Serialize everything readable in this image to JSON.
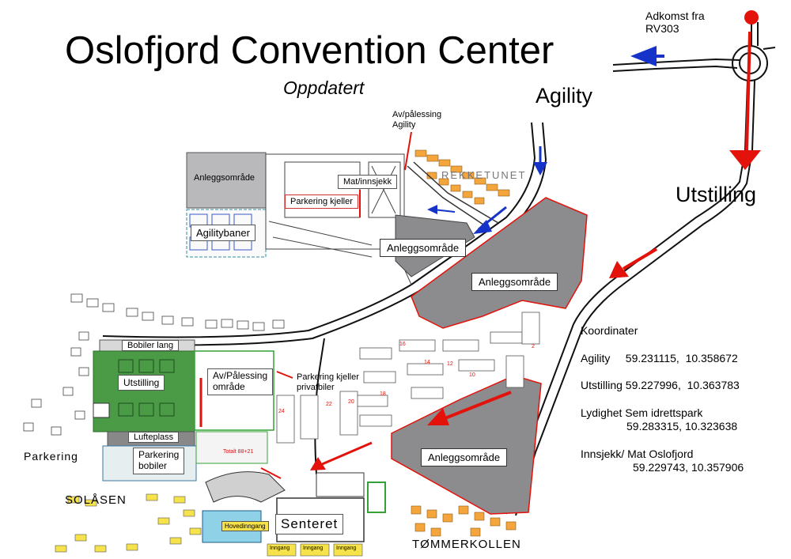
{
  "title": "Oslofjord Convention Center",
  "subtitle": "Oppdatert",
  "adkomst": {
    "line1": "Adkomst fra",
    "line2": "RV303"
  },
  "agility": "Agility",
  "utstilling": "Utstilling",
  "labels": {
    "anlegg_top": "Anleggsområde",
    "agilitybaner": "Agilitybaner",
    "parkering_kjeller": "Parkering kjeller",
    "mat_innsjekk": "Mat/innsjekk",
    "av_palessing_agility_1": "Av/pålessing",
    "av_palessing_agility_2": "Agility",
    "rekketunet": "REKKETUNET",
    "anlegg_center": "Anleggsområde",
    "anlegg_right": "Anleggsområde",
    "anlegg_lower": "Anleggsområde",
    "bobiler_lang": "Bobiler lang",
    "utstilling_field": "Utstilling",
    "av_palessing_omrade_1": "Av/Pålessing",
    "av_palessing_omrade_2": "område",
    "lufteplass": "Lufteplass",
    "parkering_bobiler_1": "Parkering",
    "parkering_bobiler_2": "bobiler",
    "parkering": "Parkering",
    "parkering_privat_1": "Parkering kjeller",
    "parkering_privat_2": "privatbiler",
    "solasen": "SOLÅSEN",
    "senteret": "Senteret",
    "hovedinngang": "Hovedinngang",
    "tommerkollen": "TØMMERKOLLEN",
    "inngang": [
      "Inngang",
      "Inngang",
      "Inngang"
    ],
    "totalt": "Totalt 88+21"
  },
  "coordinates": {
    "heading": "Koordinater",
    "agility": "Agility     59.231115,  10.358672",
    "utstilling": "Utstilling 59.227996,  10.363783",
    "lydighet_1": "Lydighet Sem idrettspark",
    "lydighet_2": "59.283315,  10.323638",
    "innsjekk_1": "Innsjekk/ Mat Oslofjord",
    "innsjekk_2": "59.229743,  10.357906"
  },
  "colors": {
    "construction": "#8c8c8f",
    "field_green": "#4a9a46",
    "arrow_red": "#e3120b",
    "arrow_blue": "#1533c8",
    "road": "#111111"
  }
}
